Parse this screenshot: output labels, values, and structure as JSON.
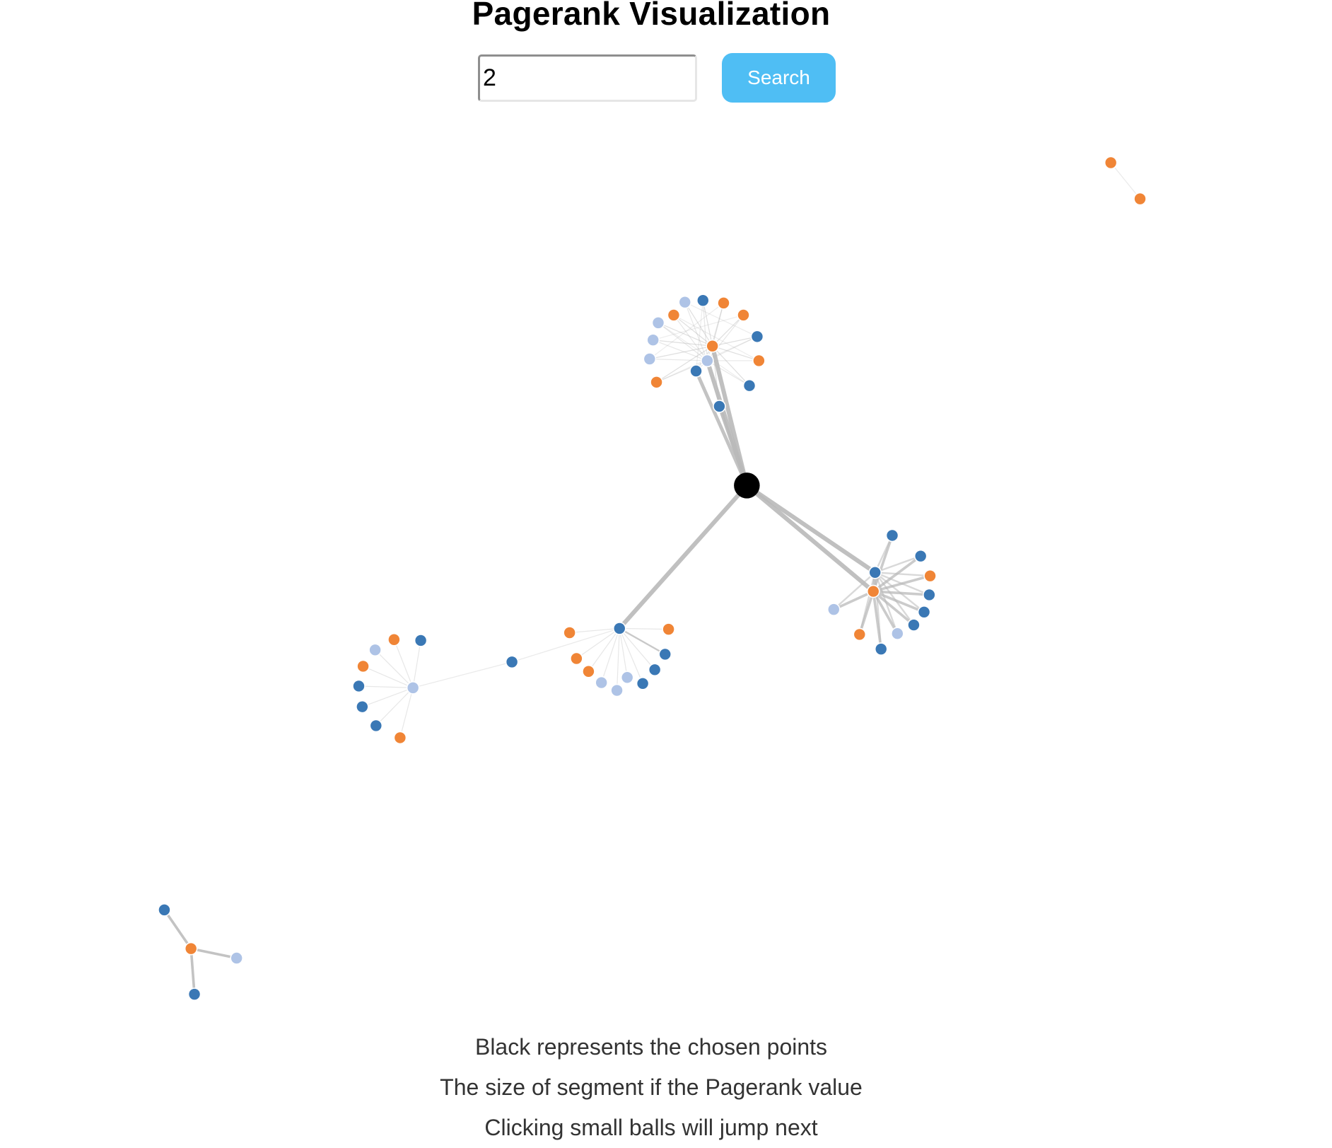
{
  "header": {
    "title": "Pagerank Visualization"
  },
  "search": {
    "value": "2",
    "button_label": "Search"
  },
  "legend": [
    "Black represents the chosen points",
    "The size of segment if the Pagerank value",
    "Clicking small balls will jump next"
  ],
  "colors": {
    "chosen": "#000000",
    "dark_blue": "#3a78b5",
    "orange": "#f08536",
    "light_blue": "#aec3e6",
    "edge": "#b9b9b9",
    "button": "#4fbef4"
  }
}
